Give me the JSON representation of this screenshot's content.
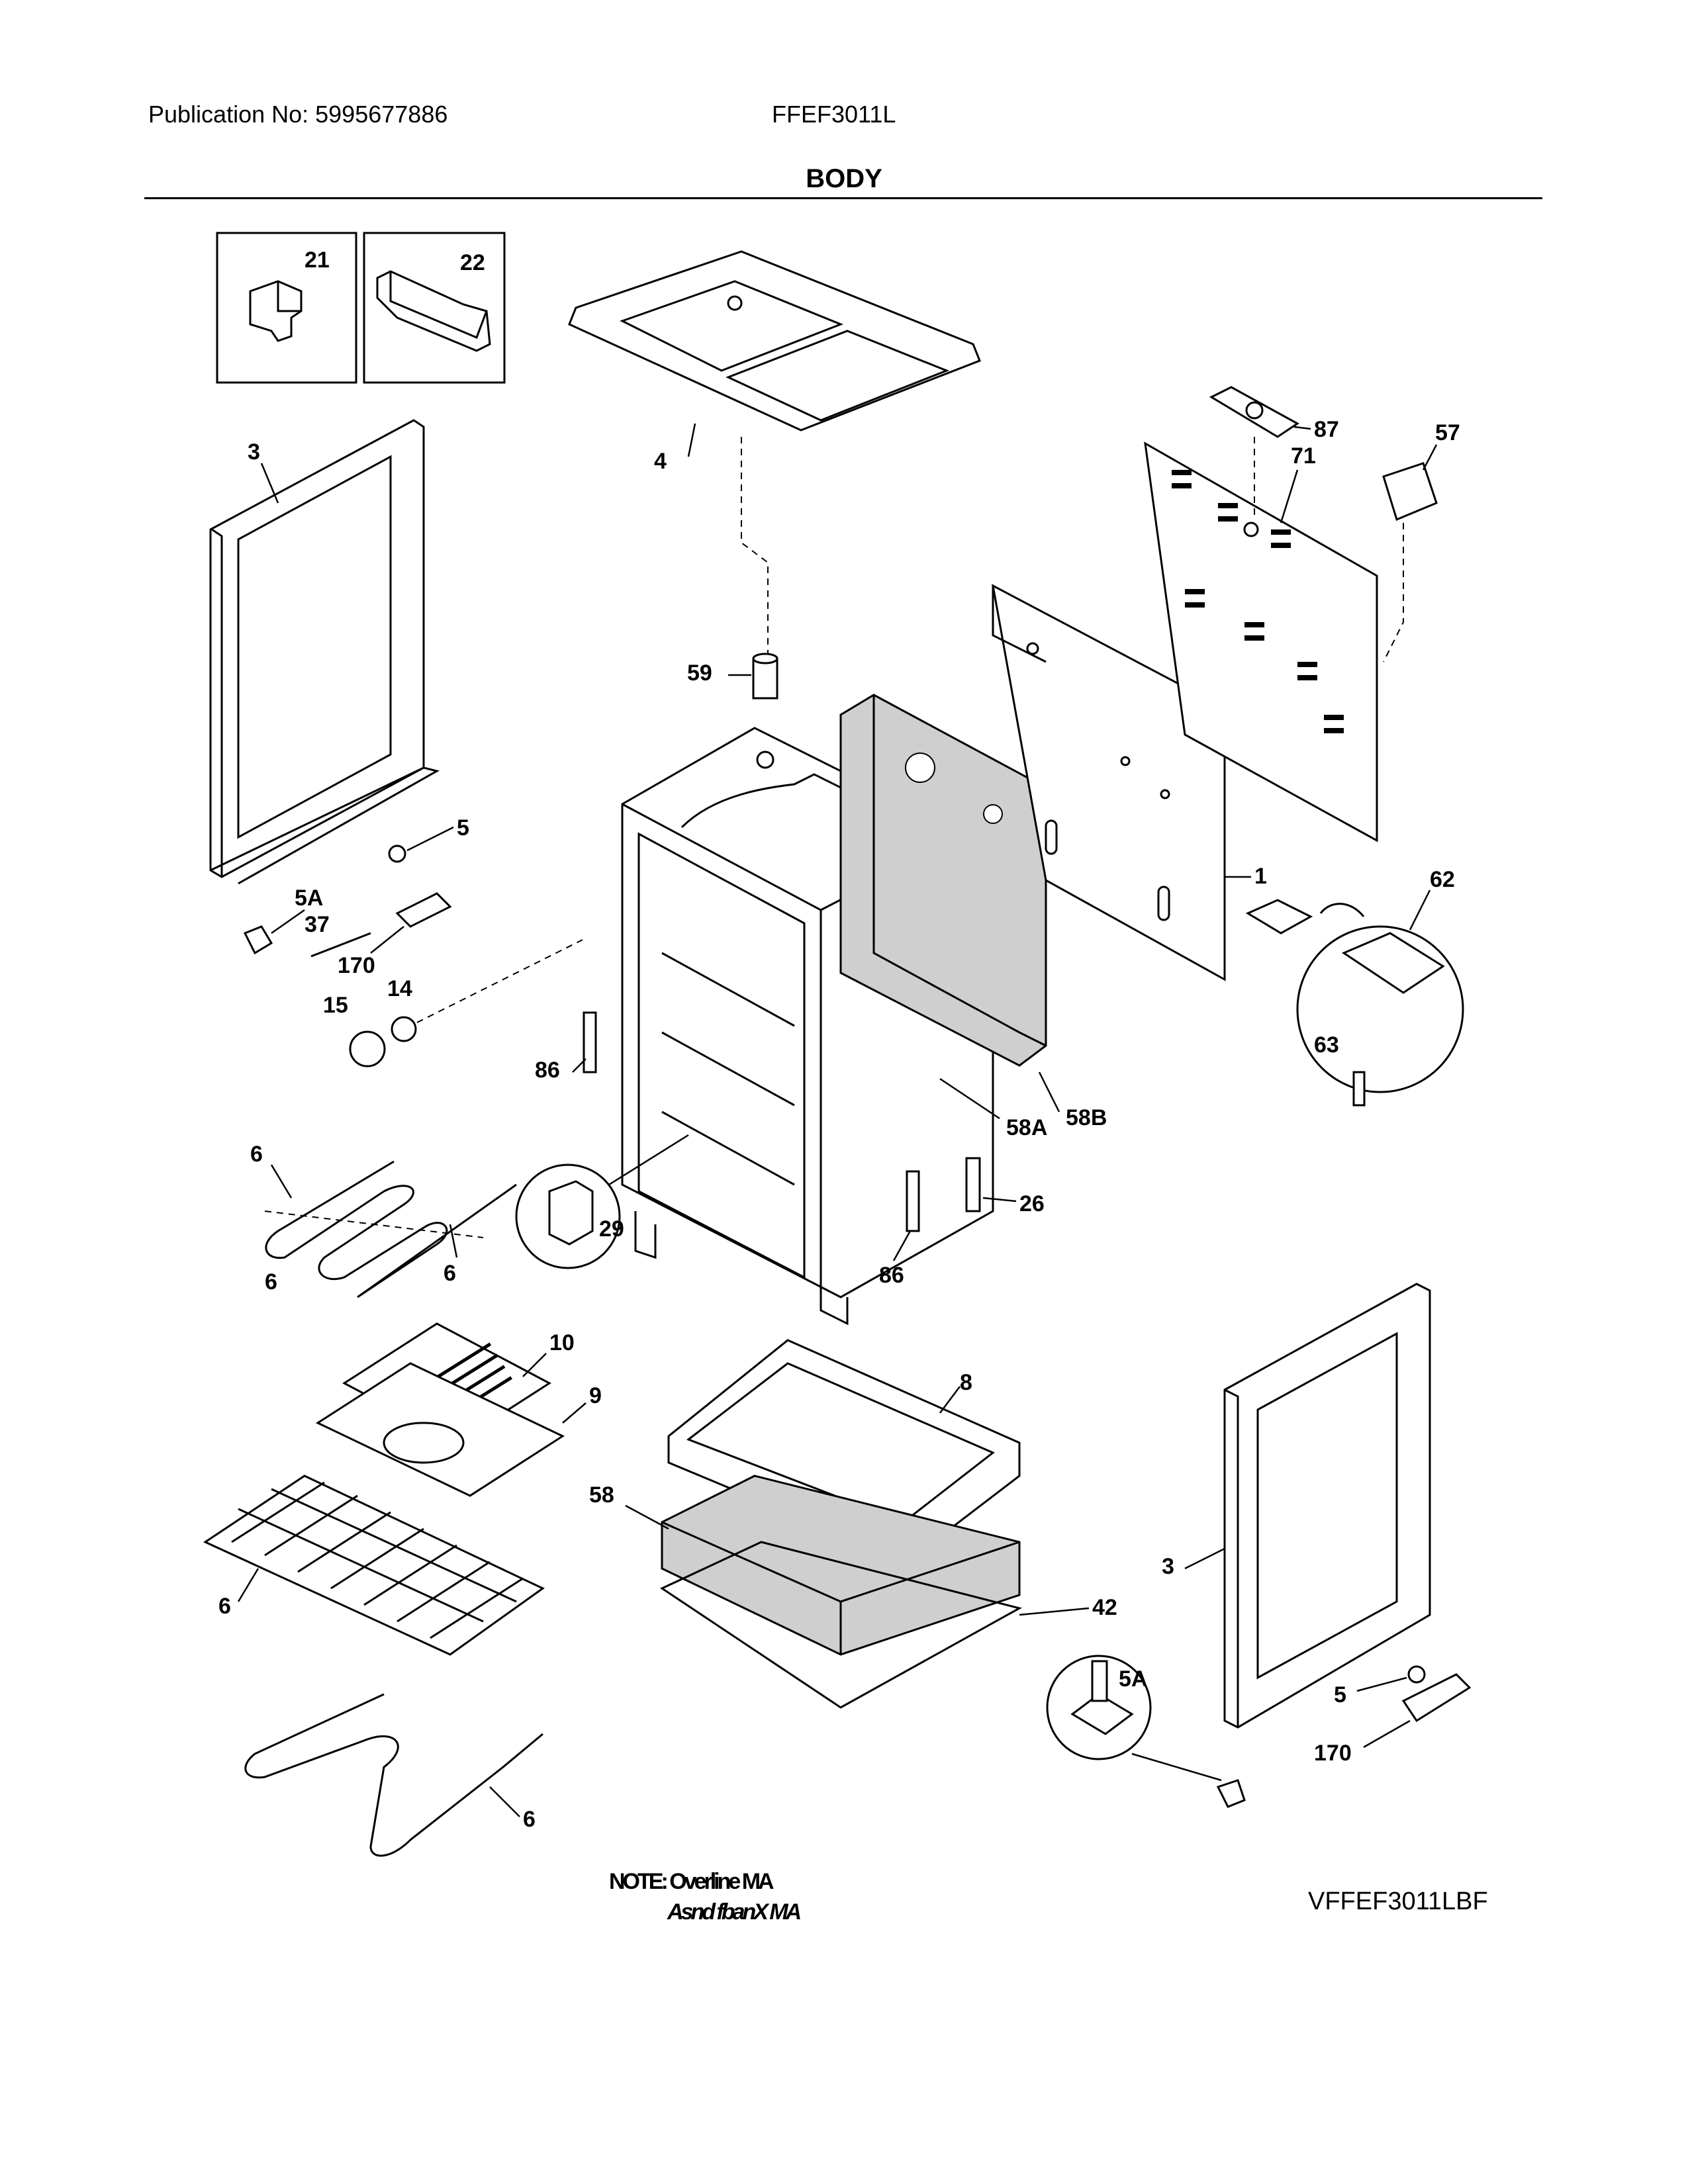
{
  "header": {
    "publication": "Publication No: 5995677886",
    "model": "FFEF3011L",
    "section_title": "BODY"
  },
  "callouts": {
    "c21": "21",
    "c22": "22",
    "c3_left": "3",
    "c4": "4",
    "c87": "87",
    "c57": "57",
    "c71": "71",
    "c59": "59",
    "c5_left": "5",
    "c5A_left": "5A",
    "c37": "37",
    "c170_left": "170",
    "c15": "15",
    "c14": "14",
    "c1": "1",
    "c62": "62",
    "c63": "63",
    "c86_left": "86",
    "c58A": "58A",
    "c58B": "58B",
    "c6_a": "6",
    "c6_b": "6",
    "c6_c": "6",
    "c29": "29",
    "c26": "26",
    "c86_right": "86",
    "c10": "10",
    "c9": "9",
    "c8": "8",
    "c58": "58",
    "c6_rack": "6",
    "c42": "42",
    "c3_right": "3",
    "c5A_right": "5A",
    "c5_right": "5",
    "c170_right": "170",
    "c6_bottom": "6"
  },
  "footer": {
    "note_line1": "NOTE: Overline MA",
    "note_line2": "Asnd fbanX MA",
    "drawing_id": "VFFEF3011LBF"
  }
}
